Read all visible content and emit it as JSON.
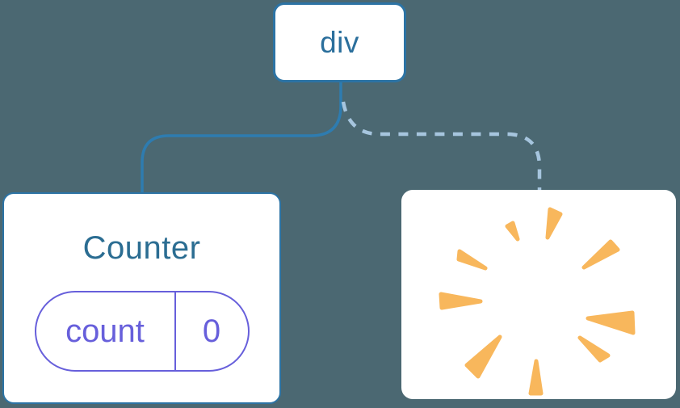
{
  "diagram": {
    "root": {
      "label": "div"
    },
    "counter": {
      "title": "Counter",
      "state_key": "count",
      "state_value": "0"
    },
    "removed_node": {
      "icon": "poof-burst"
    }
  },
  "colors": {
    "background": "#4b6872",
    "node_fill": "#ffffff",
    "node_border": "#2c73a4",
    "connector_solid": "#2e7cb0",
    "connector_dashed": "#a6c5de",
    "root_label": "#2b6f9c",
    "counter_title": "#2b6d92",
    "state_indigo": "#675fdb",
    "poof_orange": "#f8b75c"
  }
}
